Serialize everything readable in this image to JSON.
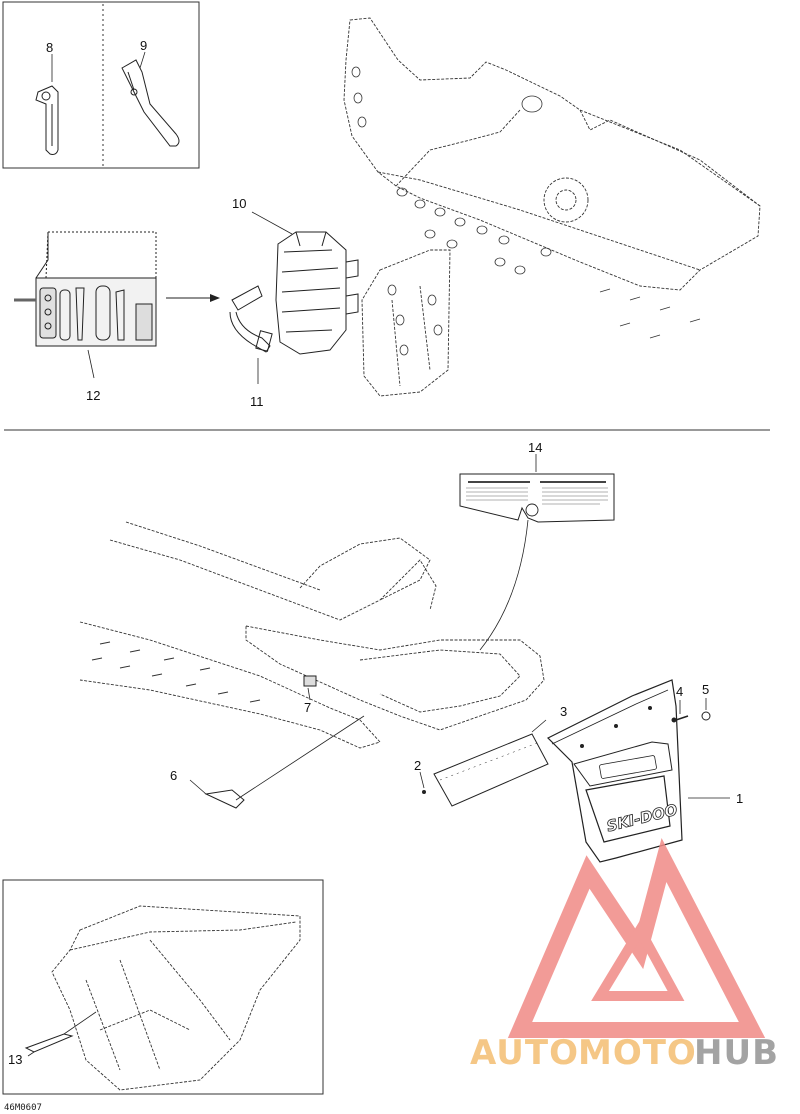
{
  "diagram": {
    "part_numbers": {
      "n1": "1",
      "n2": "2",
      "n3": "3",
      "n4": "4",
      "n5": "5",
      "n6": "6",
      "n7": "7",
      "n8": "8",
      "n9": "9",
      "n10": "10",
      "n11": "11",
      "n12": "12",
      "n13": "13",
      "n14": "14"
    },
    "drawing_code": "46M0607",
    "decal_brand": "SKI-DOO"
  },
  "watermark": {
    "auto": "AUTO",
    "moto": "MOTO",
    "hub": "HUB",
    "colors": {
      "logo": "#f08a86",
      "auto": "#f5c27a",
      "moto": "#f5c27a",
      "hub": "#9a9a9a"
    }
  },
  "colors": {
    "line": "#222222",
    "frame": "#333333"
  }
}
